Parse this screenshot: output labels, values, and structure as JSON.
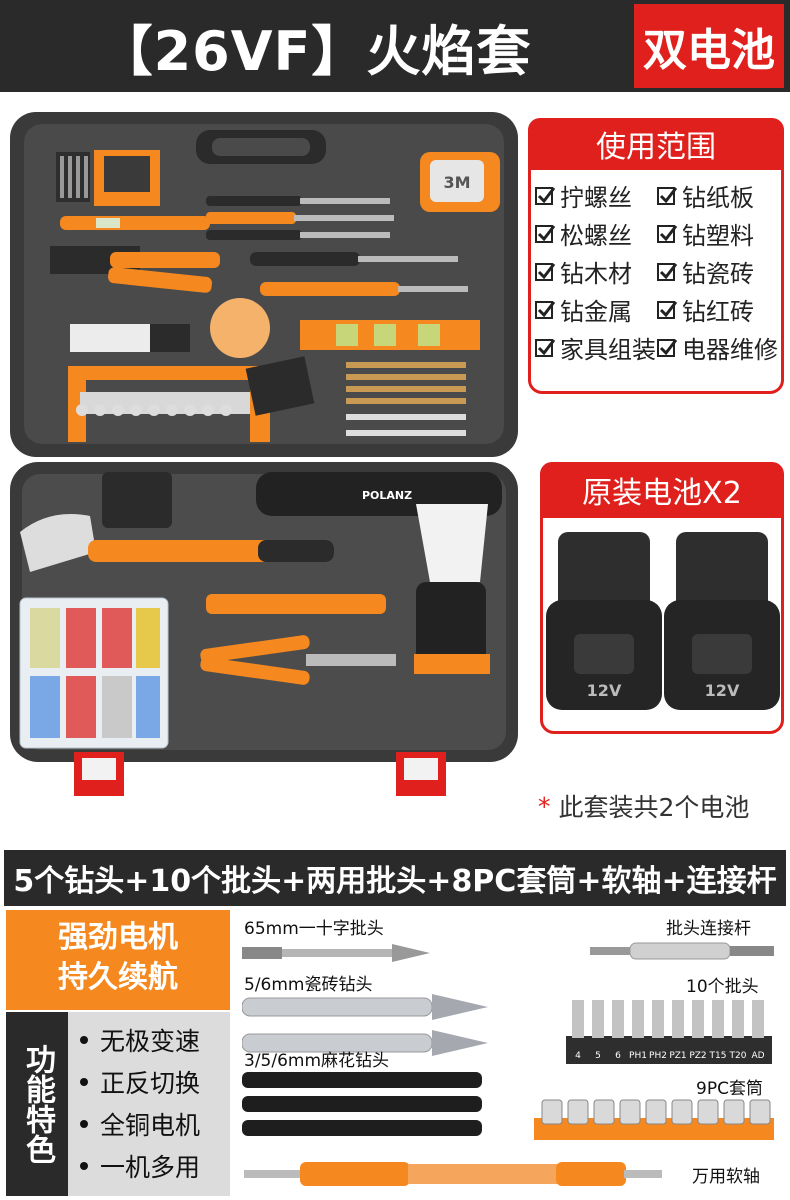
{
  "header": {
    "title": "【26VF】火焰套",
    "badge": "双电池"
  },
  "usage": {
    "title": "使用范围",
    "items": [
      "拧螺丝",
      "钻纸板",
      "松螺丝",
      "钻塑料",
      "钻木材",
      "钻瓷砖",
      "钻金属",
      "钻红砖",
      "家具组装",
      "电器维修"
    ]
  },
  "battery": {
    "title": "原装电池X2",
    "label": "12V",
    "note_star": "*",
    "note": "此套装共2个电池"
  },
  "brand": "POLANZ",
  "tape_label": "3M",
  "accessories": {
    "summary": "5个钻头+10个批头+两用批头+8PC套筒+软轴+连接杆"
  },
  "motor": {
    "line1": "强劲电机",
    "line2": "持久续航"
  },
  "features": {
    "label": "功能特色",
    "items": [
      "无极变速",
      "正反切换",
      "全铜电机",
      "一机多用"
    ]
  },
  "bits": {
    "phillips": "65mm一十字批头",
    "tile": "5/6mm瓷砖钻头",
    "twist": "3/5/6mm麻花钻头",
    "extension": "批头连接杆",
    "bits10": "10个批头",
    "bit_codes": [
      "4",
      "5",
      "6",
      "PH1",
      "PH2",
      "PZ1",
      "PZ2",
      "T15",
      "T20",
      "AD"
    ],
    "sockets": "9PC套筒",
    "shaft": "万用软轴"
  },
  "colors": {
    "red": "#e0201c",
    "orange": "#f5891f",
    "dark": "#2a2a2a",
    "panel_grey": "#dcdcdc"
  }
}
